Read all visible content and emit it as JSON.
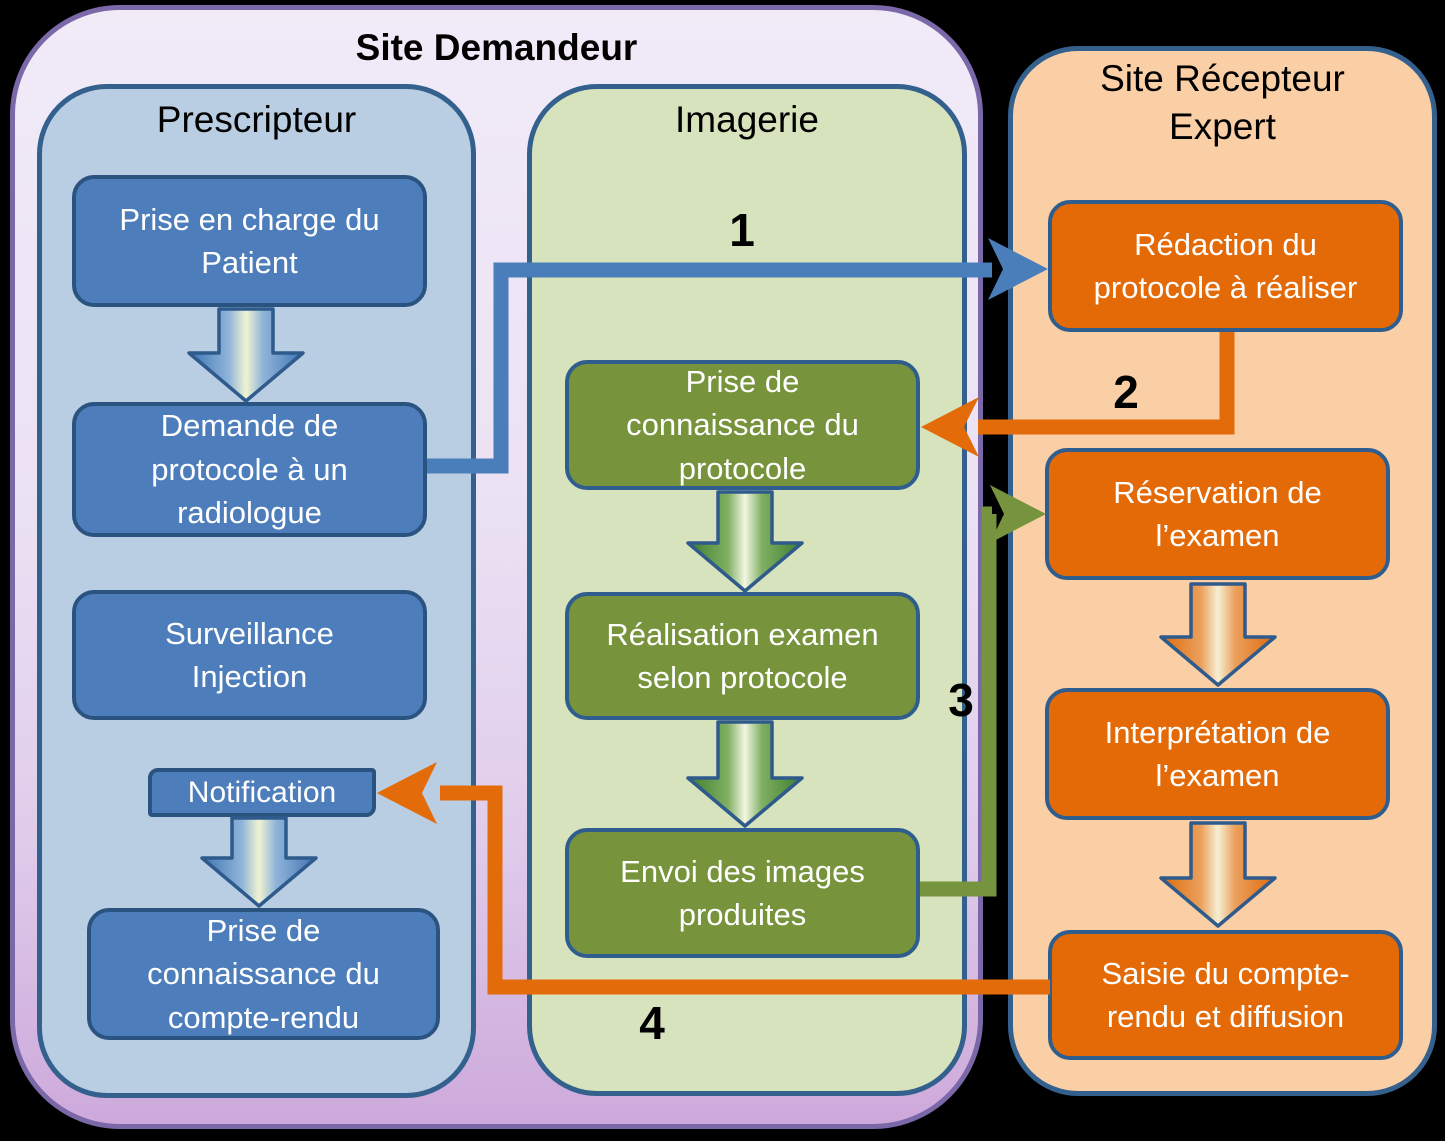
{
  "site_demandeur": {
    "title": "Site Demandeur"
  },
  "prescripteur": {
    "title": "Prescripteur",
    "boxes": [
      "Prise en charge du\nPatient",
      "Demande de\nprotocole à un\nradiologue",
      "Surveillance\nInjection",
      "Notification",
      "Prise de\nconnaissance du\ncompte-rendu"
    ]
  },
  "imagerie": {
    "title": "Imagerie",
    "boxes": [
      "Prise de\nconnaissance du\nprotocole",
      "Réalisation examen\nselon protocole",
      "Envoi des images\nproduites"
    ]
  },
  "recepteur": {
    "title": "Site Récepteur\nExpert",
    "boxes": [
      "Rédaction du\nprotocole à réaliser",
      "Réservation de\nl’examen",
      "Interprétation de\nl’examen",
      "Saisie du compte-\nrendu et diffusion"
    ]
  },
  "steps": {
    "s1": "1",
    "s2": "2",
    "s3": "3",
    "s4": "4"
  },
  "colors": {
    "page_bg": "#000000",
    "outer_fill_top": "#F1EBF8",
    "outer_fill_bottom": "#CDA9DB",
    "outer_border": "#7B68A8",
    "column_border": "#34608E",
    "prescripteur_fill": "#B9CDE3",
    "imagerie_fill": "#D7E3BC",
    "recepteur_fill": "#FACFA6",
    "blue_box_fill": "#4D7EBB",
    "green_box_fill": "#77933C",
    "orange_box_fill": "#E36A07",
    "flow_blue": "#4A7EBB",
    "flow_orange": "#E36B09",
    "flow_green": "#76933D",
    "box_text": "#FFFFFF",
    "label_text": "#000000"
  }
}
